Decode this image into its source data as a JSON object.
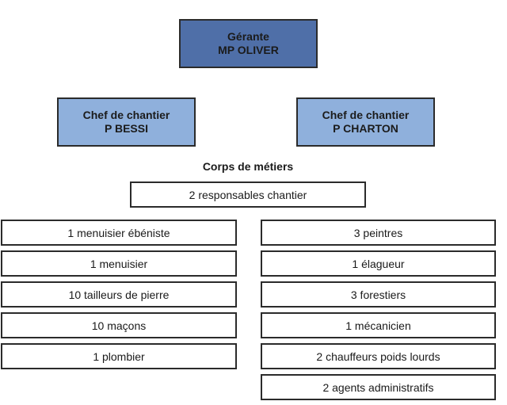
{
  "top": {
    "line1": "Gérante",
    "line2": "MP OLIVER"
  },
  "chiefs": [
    {
      "line1": "Chef de chantier",
      "line2": "P BESSI"
    },
    {
      "line1": "Chef de chantier",
      "line2": "P CHARTON"
    }
  ],
  "section_title": "Corps de métiers",
  "responsables": "2 responsables chantier",
  "left_trades": [
    "1 menuisier ébéniste",
    "1 menuisier",
    "10 tailleurs de pierre",
    "10 maçons",
    "1 plombier"
  ],
  "right_trades": [
    "3 peintres",
    "1 élagueur",
    "3 forestiers",
    "1 mécanicien",
    "2 chauffeurs poids lourds",
    "2 agents administratifs"
  ],
  "colors": {
    "top_fill": "#4f6fa8",
    "chief_fill": "#8fb0dc",
    "border": "#2b2b2b"
  }
}
